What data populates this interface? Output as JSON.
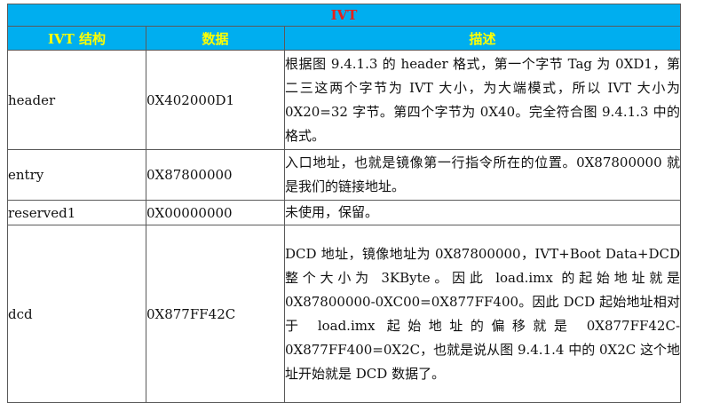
{
  "table": {
    "title": "IVT",
    "headers": [
      "IVT 结构",
      "数据",
      "描述"
    ],
    "rows": [
      {
        "field": "header",
        "value": "0X402000D1",
        "desc": "根据图 9.4.1.3 的 header 格式，第一个字节 Tag 为 0XD1，第二三这两个字节为 IVT 大小，为大端模式，所以 IVT 大小为 0X20=32 字节。第四个字节为 0X40。完全符合图 9.4.1.3 中的格式。"
      },
      {
        "field": "entry",
        "value": "0X87800000",
        "desc": "入口地址，也就是镜像第一行指令所在的位置。0X87800000 就是我们的链接地址。"
      },
      {
        "field": "reserved1",
        "value": "0X00000000",
        "desc": "未使用，保留。"
      },
      {
        "field": "dcd",
        "value": "0X877FF42C",
        "desc": "DCD 地址，镜像地址为 0X87800000，IVT+Boot Data+DCD 整个大小为 3KByte。因此 load.imx 的起始地址就是 0X87800000-0XC00=0X877FF400。因此 DCD 起始地址相对于 load.imx 起始地址的偏移就是 0X877FF42C-0X877FF400=0X2C，也就是说从图 9.4.1.4 中的 0X2C 这个地址开始就是 DCD 数据了。"
      }
    ]
  }
}
